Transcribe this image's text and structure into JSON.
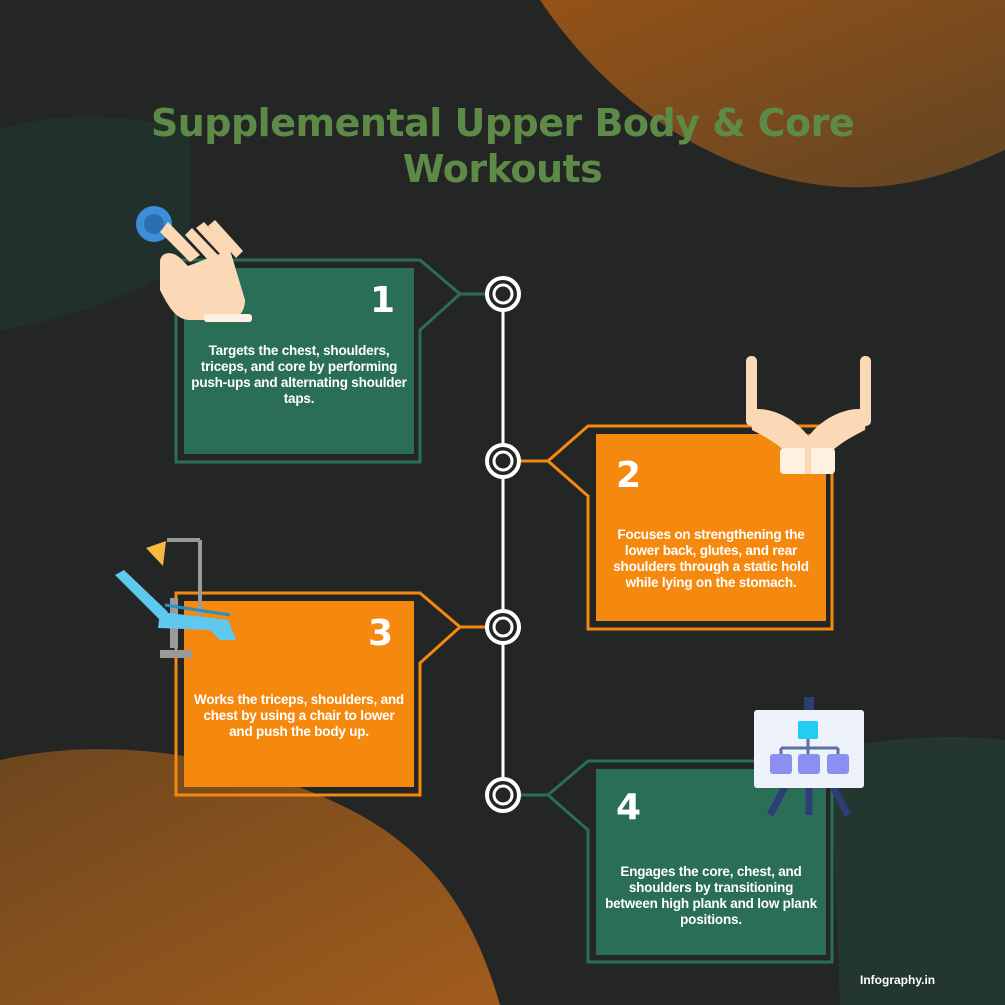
{
  "title": "Supplemental Upper Body & Core Workouts",
  "colors": {
    "background": "#232625",
    "green": "#2b6e58",
    "orange": "#f5890f",
    "title": "#5e8a48",
    "blob": "#b5661c"
  },
  "steps": [
    {
      "number": "1",
      "text": "Targets the chest, shoulders, triceps, and core by performing push-ups and alternating shoulder taps.",
      "icon": "pointing-hand-icon",
      "color": "green"
    },
    {
      "number": "2",
      "text": "Focuses on strengthening the lower back, glutes, and rear shoulders through a static hold while lying on the stomach.",
      "icon": "open-hands-icon",
      "color": "orange"
    },
    {
      "number": "3",
      "text": "Works the triceps, shoulders, and chest by using a chair to lower and push the body up.",
      "icon": "dental-chair-icon",
      "color": "orange"
    },
    {
      "number": "4",
      "text": "Engages the core, chest, and shoulders by transitioning between high plank and low plank positions.",
      "icon": "flowchart-board-icon",
      "color": "green"
    }
  ],
  "brand": "Infography.in"
}
